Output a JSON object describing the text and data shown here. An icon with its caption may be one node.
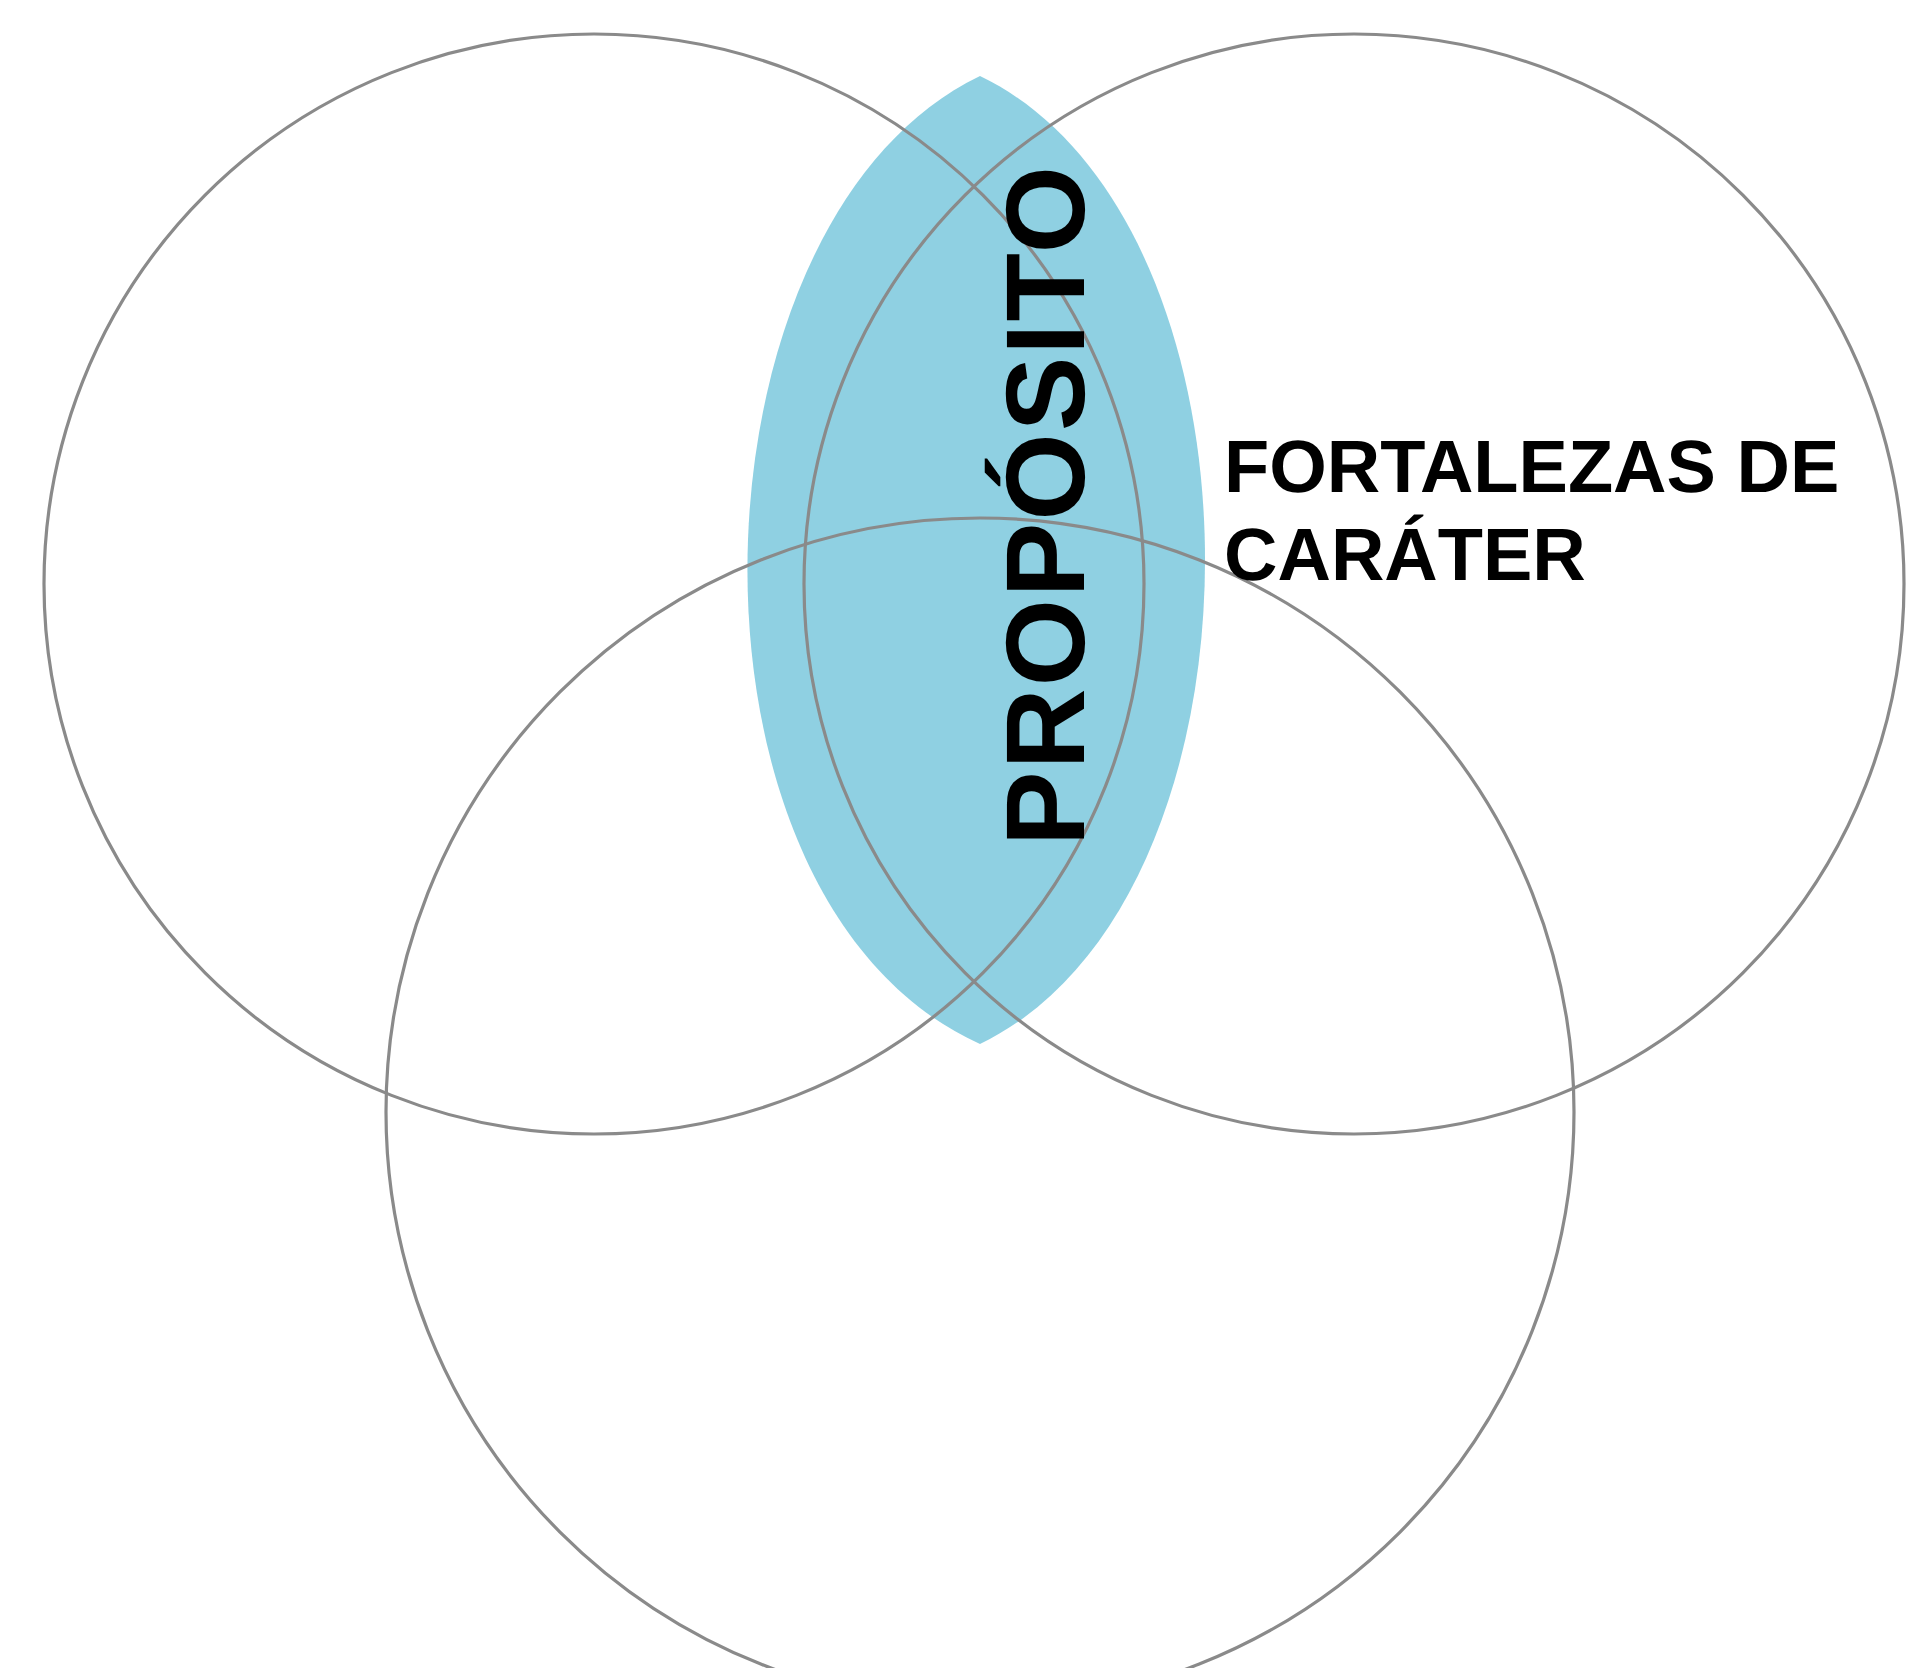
{
  "diagram": {
    "nodes": [
      {
        "text": [],
        "shape": "circle"
      },
      {
        "text": [
          "FORTALEZAS DE CARÁTER"
        ]
      },
      {
        "text": [],
        "shape": "circle"
      },
      {
        "text": [
          "PROPÓSITO"
        ]
      }
    ]
  }
}
